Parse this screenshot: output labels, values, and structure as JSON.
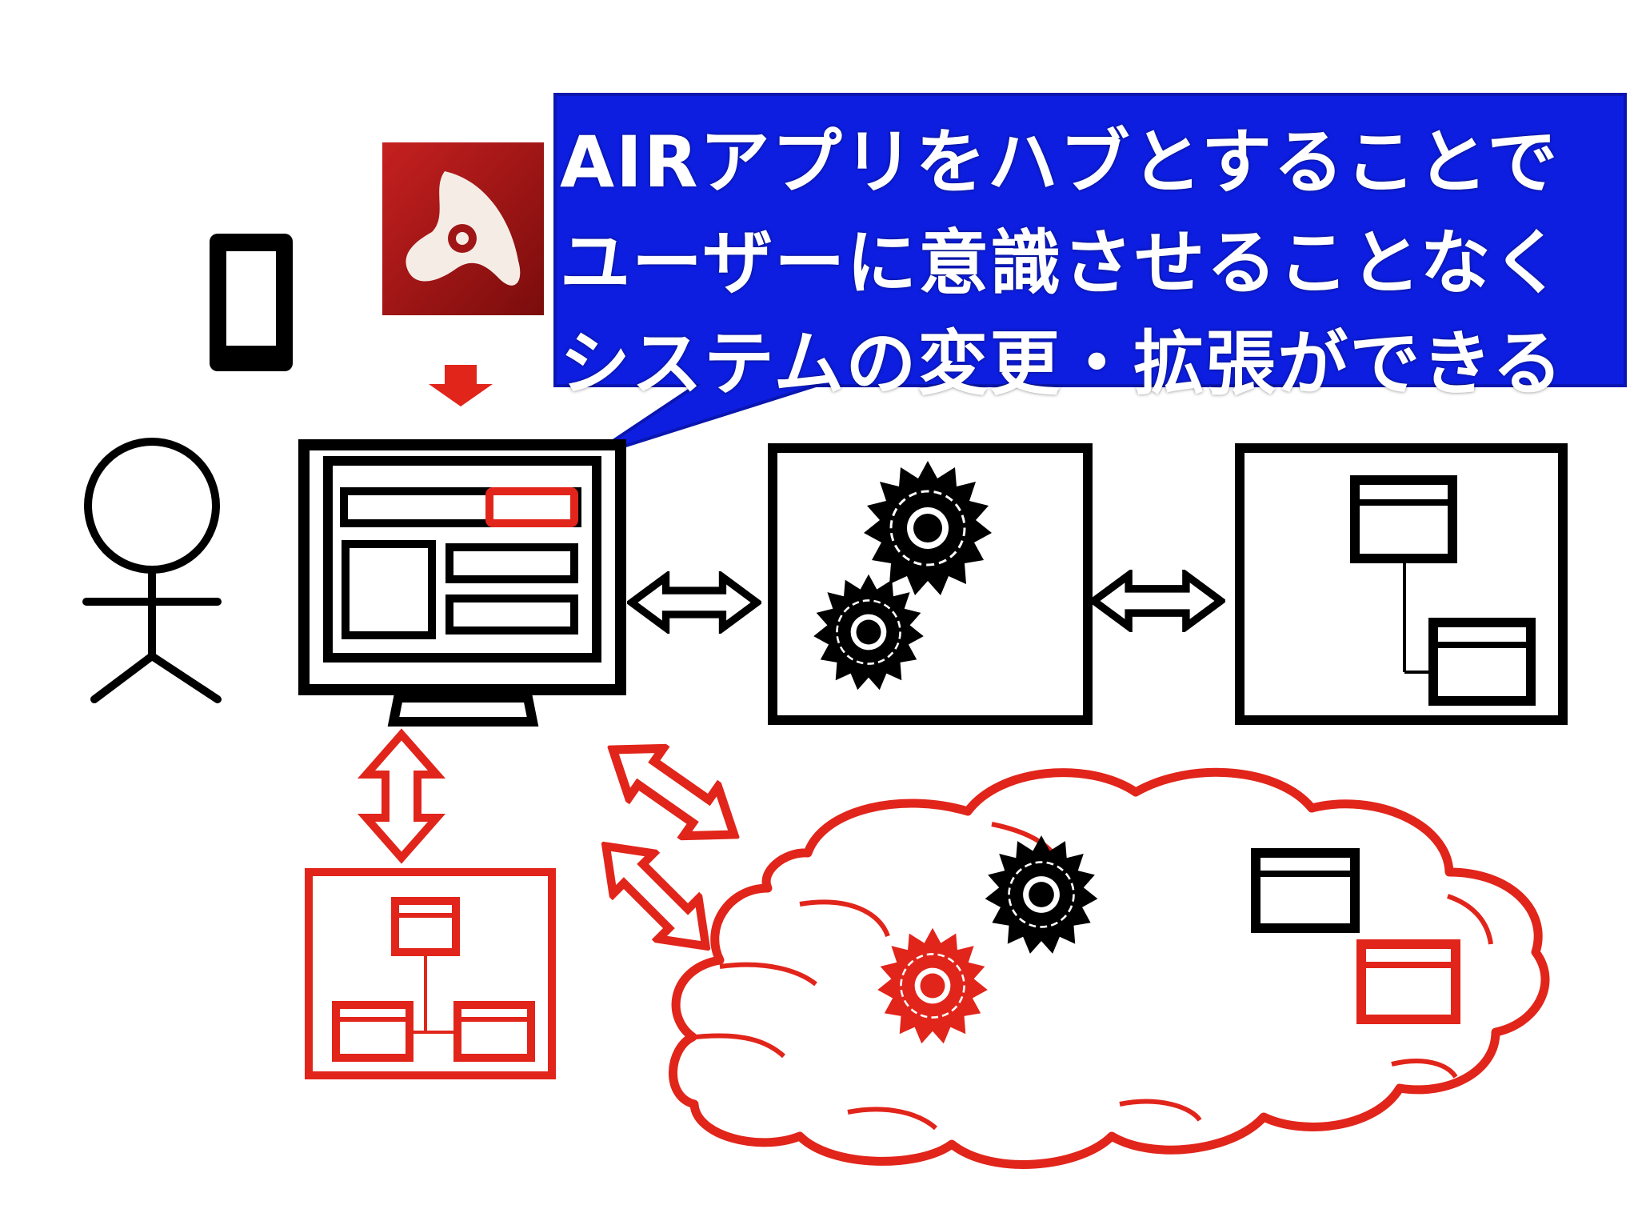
{
  "callout": {
    "lines": [
      "AIRアプリをハブとすることで",
      "ユーザーに意識させることなく",
      "システムの変更・拡張ができる"
    ]
  },
  "colors": {
    "black": "#000000",
    "red": "#e1251b",
    "callout_blue": "#0d1ee0",
    "air_logo_red": "#b01818"
  },
  "icons": [
    "stick-figure-icon",
    "smartphone-icon",
    "adobe-air-logo-icon",
    "monitor-icon",
    "gears-server-icon",
    "database-tree-icon",
    "cloud-icon",
    "double-arrow-icon"
  ]
}
